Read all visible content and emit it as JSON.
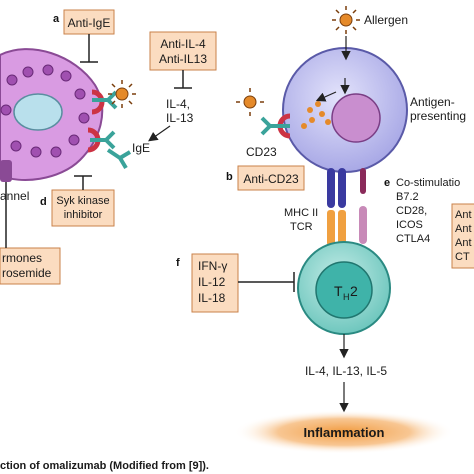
{
  "panel_letters": {
    "a": "a",
    "b": "b",
    "d": "d",
    "e": "e",
    "f": "f"
  },
  "drug_boxes": {
    "anti_ige": "Anti-IgE",
    "anti_il4": "Anti-IL-4",
    "anti_il13": "Anti-IL13",
    "anti_cd23": "Anti-CD23",
    "syk_line1": "Syk kinase",
    "syk_line2": "inhibitor",
    "hormones_line1": "rmones",
    "hormones_line2": "rosemide",
    "ifn": "IFN-γ",
    "il12": "IL-12",
    "il18": "IL-18",
    "anti_right_1": "Ant",
    "anti_right_2": "Ant",
    "anti_right_3": "Ant",
    "anti_right_4": "CT"
  },
  "labels": {
    "allergen": "Allergen",
    "il4_line1": "IL-4,",
    "il4_line2": "IL-13",
    "ige": "IgE",
    "cd23": "CD23",
    "channel": "annel",
    "antigen_line1": "Antigen-",
    "antigen_line2": "presenting",
    "mhc": "MHC II",
    "tcr": "TCR",
    "costim_1": "Co-stimulatio",
    "costim_2": "B7.2",
    "costim_3": "CD28,",
    "costim_4": "ICOS",
    "costim_5": "CTLA4",
    "th2_main": "T",
    "th2_sub": "H",
    "th2_num": "2",
    "cytokines": "IL-4, IL-13, IL-5",
    "inflammation": "Inflammation"
  },
  "caption": "ction of omalizumab (Modified from [9]).",
  "colors": {
    "box_fill": "#fbdcc0",
    "box_stroke": "#c9824a",
    "mast_cell": "#d89be0",
    "apc_outer": "#c4c4ee",
    "apc_nucleus": "#c98ecf",
    "th2_outer": "#8fd6cf",
    "th2_inner": "#3fb3a9",
    "allergen": "#e58a2a",
    "receptor_red": "#cc3344",
    "receptor_teal": "#3aa39a",
    "inflammation_glow": "#f4a24a"
  }
}
